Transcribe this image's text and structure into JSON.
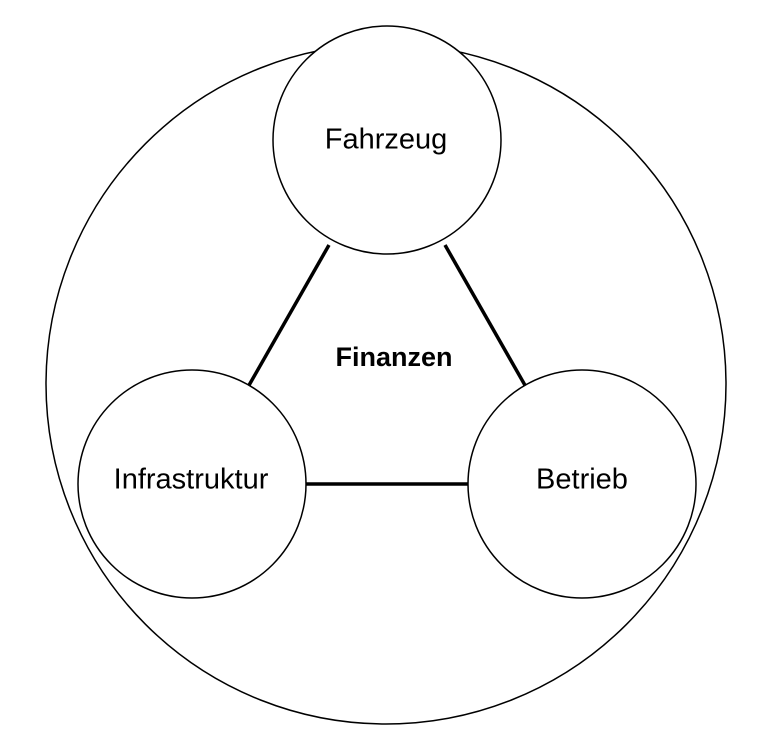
{
  "diagram": {
    "center_label": "Finanzen",
    "nodes": {
      "top": "Fahrzeug",
      "left": "Infrastruktur",
      "right": "Betrieb"
    }
  }
}
